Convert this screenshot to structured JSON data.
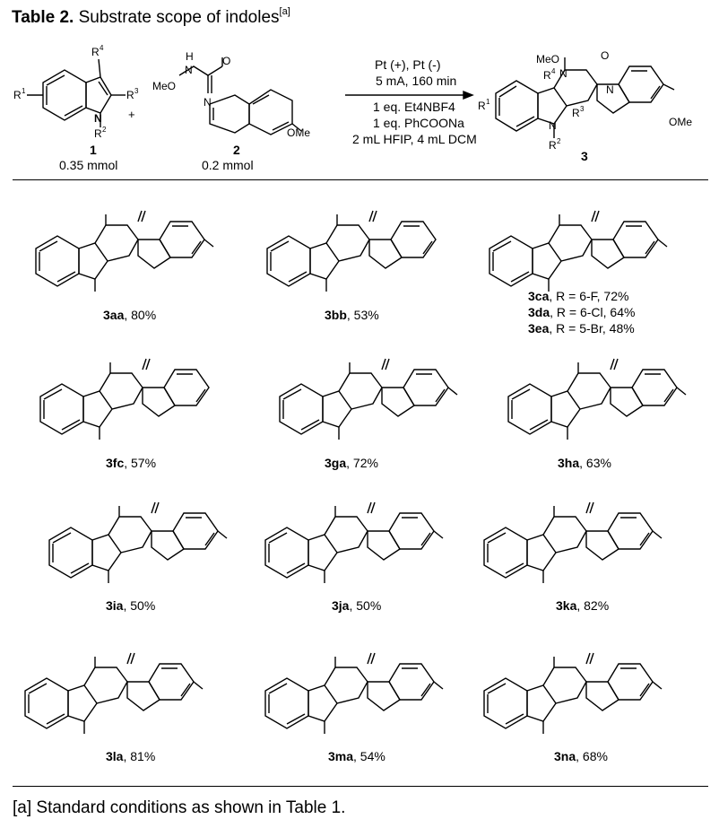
{
  "title": {
    "bold": "Table 2.",
    "text": " Substrate scope of indoles",
    "note": "[a]"
  },
  "scheme": {
    "reagent1": {
      "number": "1",
      "amount": "0.35 mmol"
    },
    "reagent2": {
      "number": "2",
      "amount": "0.2 mmol"
    },
    "product": {
      "number": "3"
    },
    "conditions": [
      "Pt (+), Pt (-)",
      "5 mA, 160 min",
      "1 eq. Et4NBF4",
      "1 eq. PhCOONa",
      "2 mL HFIP, 4 mL DCM"
    ]
  },
  "products": [
    {
      "code": "3aa",
      "yield": ", 80%"
    },
    {
      "code": "3bb",
      "yield": ", 53%"
    },
    {
      "code": "3ca",
      "yield": ", R = 6-F, 72%"
    },
    {
      "code": "3da",
      "yield": ", R = 6-Cl, 64%"
    },
    {
      "code": "3ea",
      "yield": ", R = 5-Br, 48%"
    },
    {
      "code": "3fc",
      "yield": ", 57%"
    },
    {
      "code": "3ga",
      "yield": ", 72%"
    },
    {
      "code": "3ha",
      "yield": ", 63%"
    },
    {
      "code": "3ia",
      "yield": ", 50%"
    },
    {
      "code": "3ja",
      "yield": ", 50%"
    },
    {
      "code": "3ka",
      "yield": ", 82%"
    },
    {
      "code": "3la",
      "yield": ", 81%"
    },
    {
      "code": "3ma",
      "yield": ", 54%"
    },
    {
      "code": "3na",
      "yield": ", 68%"
    }
  ],
  "footnote": "[a] Standard conditions as shown in Table 1."
}
